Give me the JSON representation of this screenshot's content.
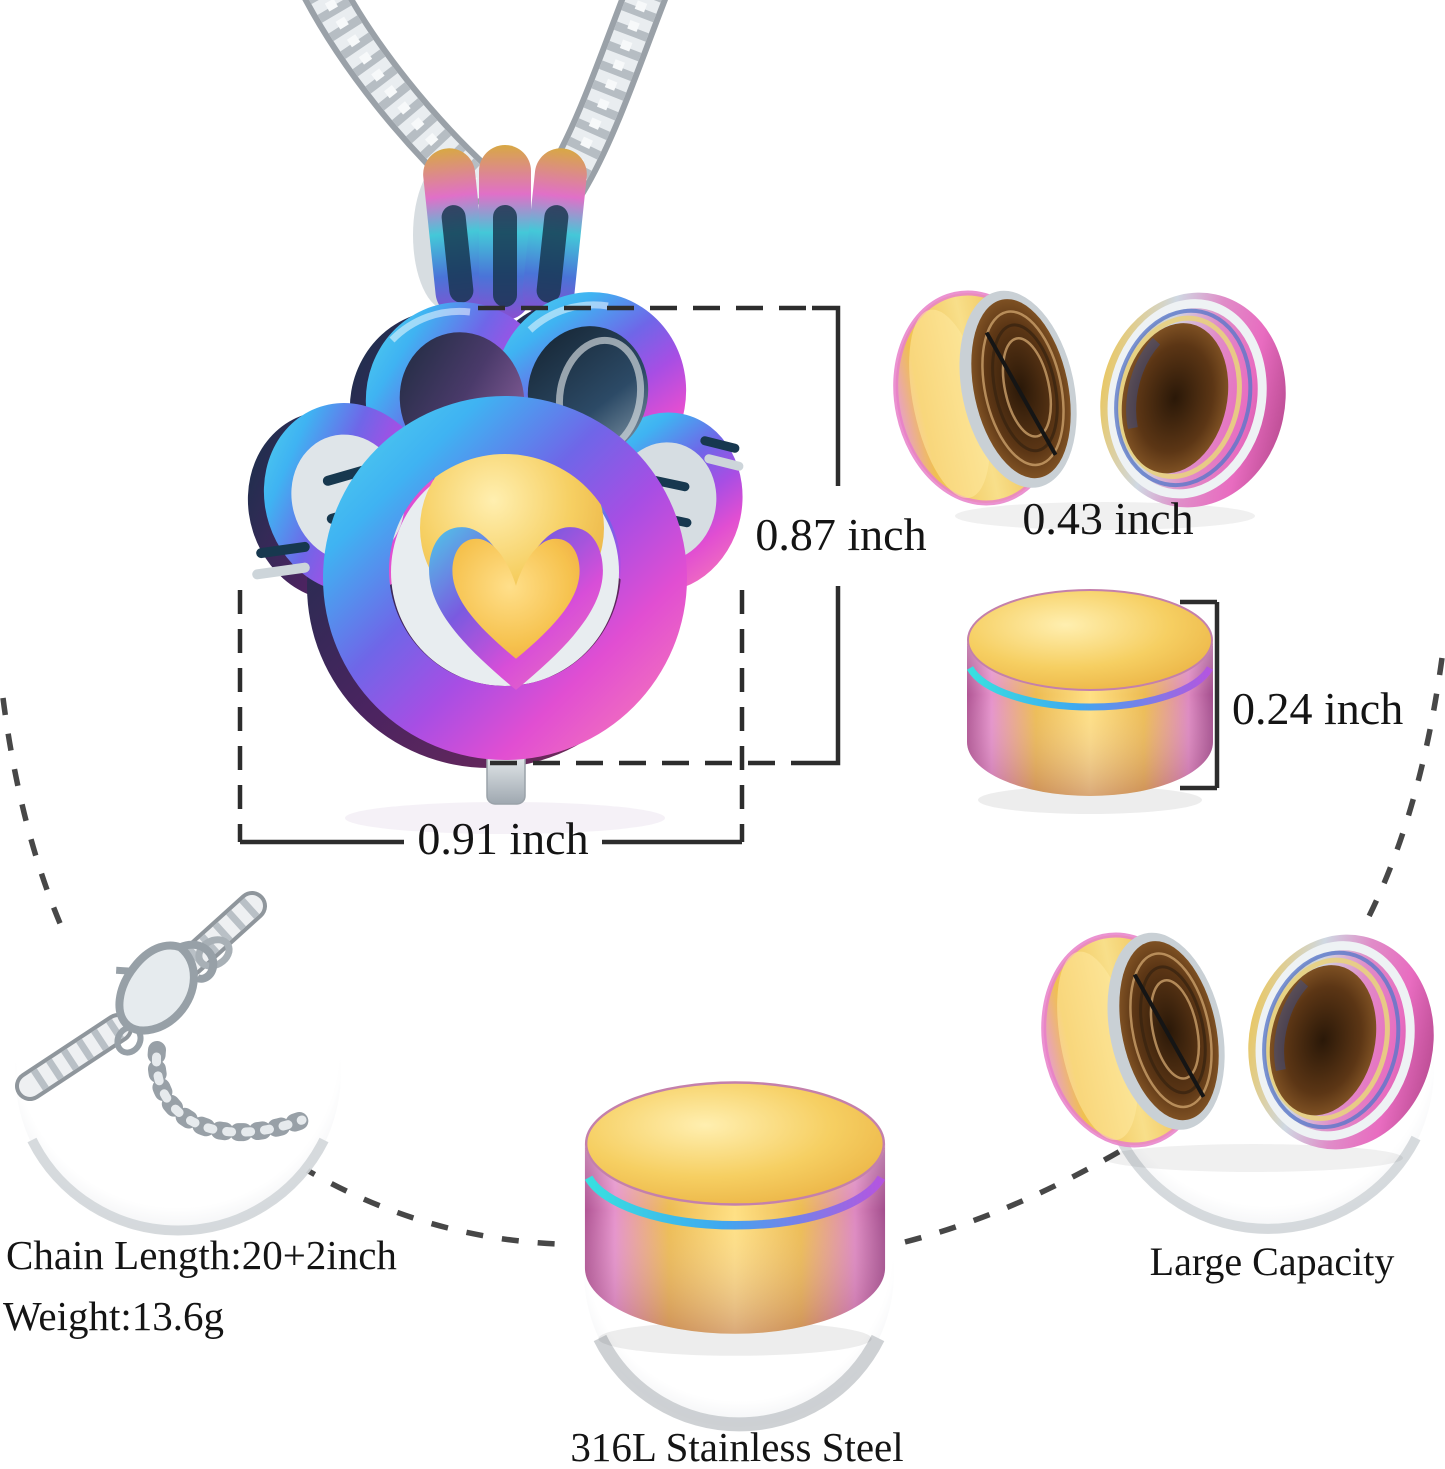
{
  "measurements": {
    "pendant_height": "0.87 inch",
    "pendant_width": "0.91 inch",
    "lid_width": "0.43 inch",
    "container_height": "0.24 inch"
  },
  "specs": {
    "chain_length": "Chain Length:20+2inch",
    "weight": "Weight:13.6g"
  },
  "features": {
    "material": "316L Stainless Steel",
    "capacity": "Large Capacity"
  },
  "colors": {
    "line": "#2d2d2d",
    "text": "#141414",
    "gold": "#f2c24e",
    "magenta": "#e06ec0",
    "teal": "#3fc8d8",
    "blue": "#3fb3f2",
    "purple": "#a74ee4",
    "silver": "#c9d0d5"
  }
}
